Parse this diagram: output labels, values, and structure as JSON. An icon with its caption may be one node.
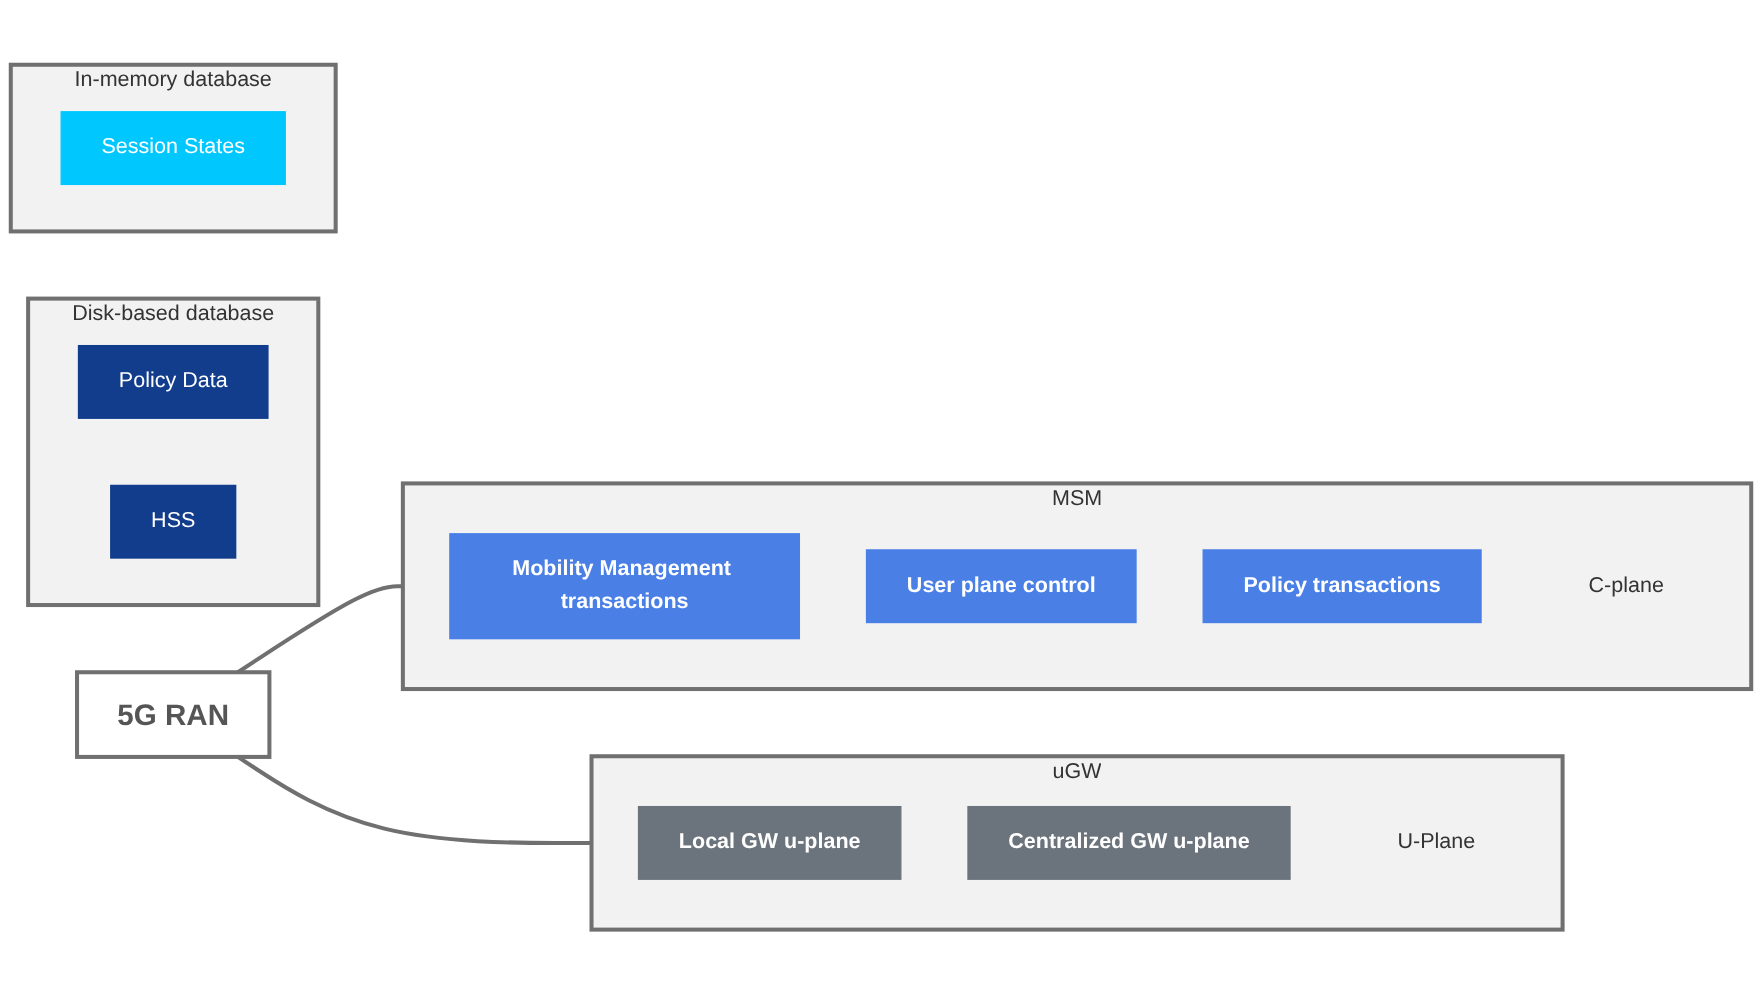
{
  "diagram": {
    "nodes": [
      {
        "text": [
          "Disk-based database"
        ]
      },
      {
        "text": [
          "Policy Data"
        ],
        "in": 0
      },
      {
        "text": [
          "HSS"
        ],
        "in": 0
      },
      {
        "text": [
          "In-memory database"
        ]
      },
      {
        "text": [
          "Session States"
        ],
        "in": 3
      },
      {
        "text": [
          "5G RAN"
        ]
      },
      {
        "text": [
          "MSM"
        ],
        "beside": [
          "C-plane"
        ]
      },
      {
        "text": [
          "Mobility Management transactions"
        ],
        "in": 6
      },
      {
        "text": [
          "User plane control"
        ],
        "in": 6
      },
      {
        "text": [
          "Policy transactions"
        ],
        "in": 6
      },
      {
        "text": [
          "uGW"
        ],
        "beside": [
          "U-Plane"
        ]
      },
      {
        "text": [
          "Local GW u-plane"
        ],
        "in": 10
      },
      {
        "text": [
          "Centralized GW u-plane"
        ],
        "in": 10
      }
    ],
    "edges": [
      {
        "from": 5,
        "to": 6,
        "arrow": "none"
      },
      {
        "from": 5,
        "to": 10,
        "arrow": "none"
      }
    ]
  }
}
